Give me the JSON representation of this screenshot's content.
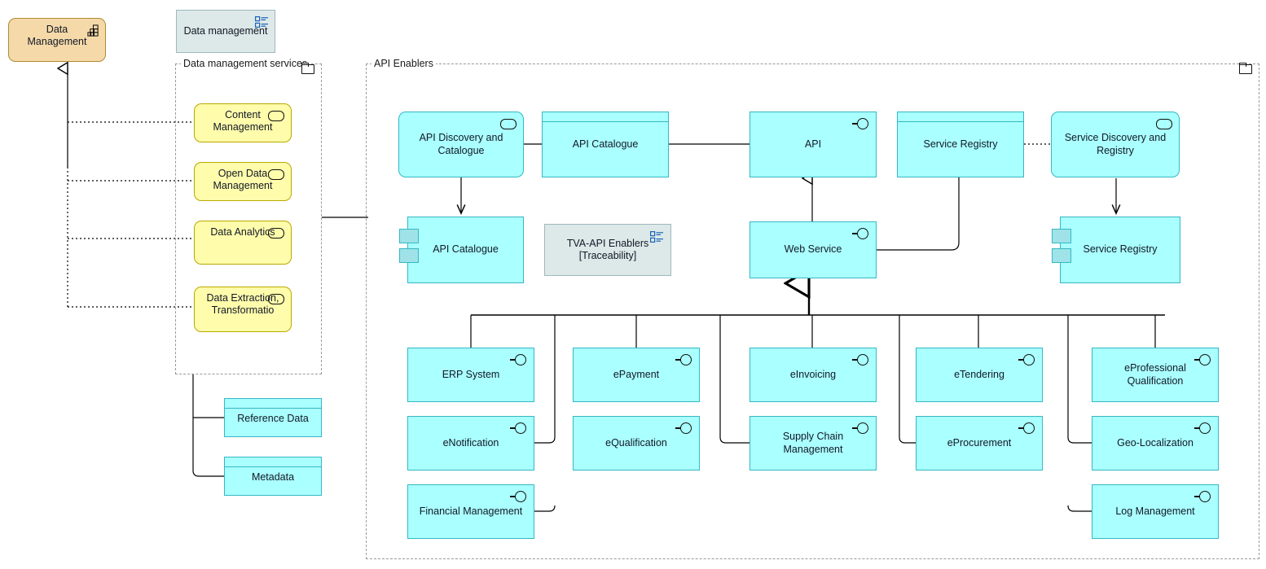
{
  "diagram": {
    "title": "API Enablers architecture view",
    "colors": {
      "cyan_fill": "#aaffff",
      "cyan_stroke": "#35b8c4",
      "yellow_fill": "#fffcab",
      "yellow_stroke": "#b9a900",
      "amber_fill": "#f5d9a8",
      "amber_stroke": "#b08a38",
      "grey_fill": "#dde8e8",
      "grey_stroke": "#9fb8bd",
      "group_dash": "#9a9a9a",
      "line": "#000000"
    }
  },
  "capability": {
    "label": "Data Management",
    "icon": "capability-grid-icon"
  },
  "viewpoint": {
    "label": "Data management",
    "icon": "list-view-icon"
  },
  "groups": [
    {
      "id": "data-management-services",
      "label": "Data management services",
      "icon": "folder-icon"
    },
    {
      "id": "api-enablers",
      "label": "API Enablers",
      "icon": "folder-icon"
    }
  ],
  "data_management_services": [
    {
      "label": "Content Management",
      "type": "application-service"
    },
    {
      "label": "Open Data Management",
      "type": "application-service"
    },
    {
      "label": "Data Analytics",
      "type": "application-service"
    },
    {
      "label": "Data Extraction, Transformatio",
      "type": "application-service"
    }
  ],
  "data_objects_left": [
    {
      "label": "Reference Data",
      "type": "data-object"
    },
    {
      "label": "Metadata",
      "type": "data-object"
    }
  ],
  "api_enablers": {
    "row_top": [
      {
        "label": "API Discovery and Catalogue",
        "type": "application-service"
      },
      {
        "label": "API Catalogue",
        "type": "data-object"
      },
      {
        "label": "API",
        "type": "application-interface"
      },
      {
        "label": "Service Registry",
        "type": "data-object"
      },
      {
        "label": "Service Discovery and Registry",
        "type": "application-service"
      }
    ],
    "row_mid": [
      {
        "label": "API Catalogue",
        "type": "application-component"
      },
      {
        "label": "TVA-API Enablers [Traceability]",
        "line1": "TVA-API Enablers",
        "line2": "[Traceability]",
        "type": "viewpoint-reference"
      },
      {
        "label": "Web Service",
        "type": "application-interface"
      },
      {
        "label": "Service Registry",
        "type": "application-component"
      }
    ],
    "columns": [
      {
        "items": [
          {
            "label": "ERP System",
            "type": "application-interface"
          },
          {
            "label": "eNotification",
            "type": "application-interface"
          },
          {
            "label": "Financial Management",
            "type": "application-interface"
          }
        ]
      },
      {
        "items": [
          {
            "label": "ePayment",
            "type": "application-interface"
          },
          {
            "label": "eQualification",
            "type": "application-interface"
          }
        ]
      },
      {
        "items": [
          {
            "label": "eInvoicing",
            "type": "application-interface"
          },
          {
            "label": "Supply Chain Management",
            "type": "application-interface"
          }
        ]
      },
      {
        "items": [
          {
            "label": "eTendering",
            "type": "application-interface"
          },
          {
            "label": "eProcurement",
            "type": "application-interface"
          }
        ]
      },
      {
        "items": [
          {
            "label": "eProfessional Qualification",
            "type": "application-interface"
          },
          {
            "label": "Geo-Localization",
            "type": "application-interface"
          },
          {
            "label": "Log Management",
            "type": "application-interface"
          }
        ]
      }
    ]
  }
}
